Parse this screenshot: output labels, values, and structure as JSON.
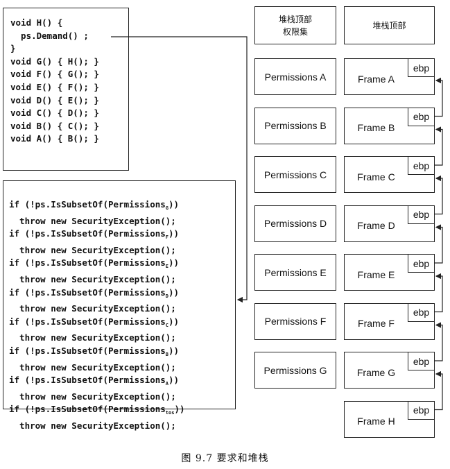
{
  "code_top": [
    "void H() {",
    "  ps.Demand() ;",
    "}",
    "void G() { H(); }",
    "void F() { G(); }",
    "void E() { F(); }",
    "void D() { E(); }",
    "void C() { D(); }",
    "void B() { C(); }",
    "void A() { B(); }"
  ],
  "code_bottom": {
    "if_prefix": "if (!ps.IsSubsetOf(Permissions",
    "if_suffix": "))",
    "throw_line": "  throw new SecurityException();",
    "subscripts": [
      "G",
      "F",
      "E",
      "D",
      "C",
      "B",
      "A",
      "tos"
    ]
  },
  "headers": {
    "permissions": "堆栈顶部\n权限集",
    "frames": "堆栈顶部"
  },
  "permissions": [
    "Permissions A",
    "Permissions B",
    "Permissions C",
    "Permissions D",
    "Permissions E",
    "Permissions F",
    "Permissions G"
  ],
  "frames": [
    "Frame A",
    "Frame B",
    "Frame C",
    "Frame D",
    "Frame E",
    "Frame F",
    "Frame G",
    "Frame H"
  ],
  "ebp_label": "ebp",
  "caption": "图 9.7   要求和堆栈"
}
